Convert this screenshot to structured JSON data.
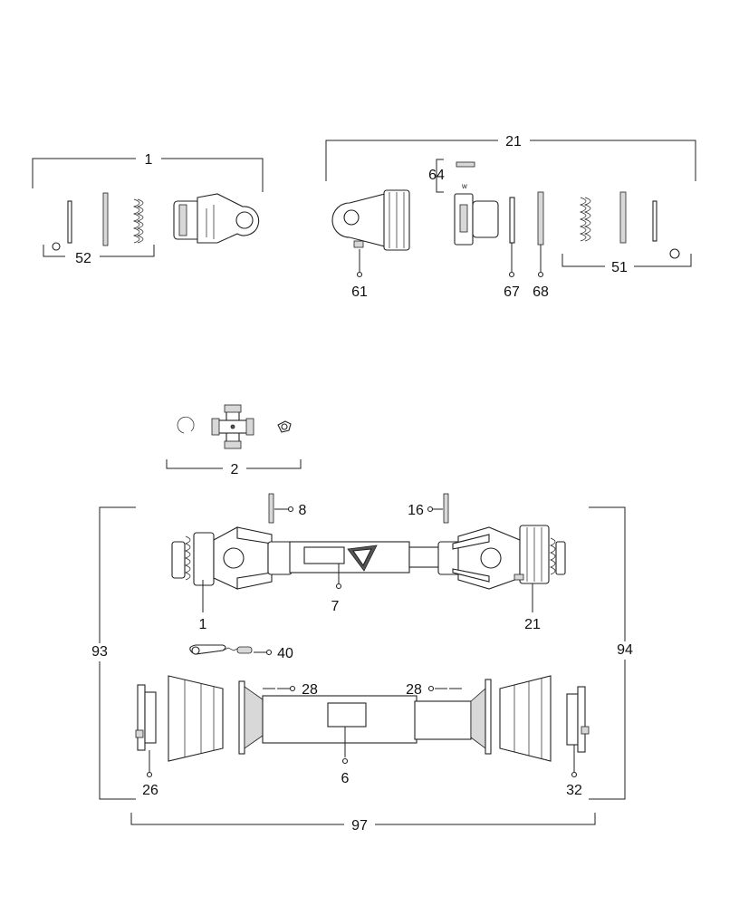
{
  "callouts": {
    "c1_top": "1",
    "c52": "52",
    "c21_top": "21",
    "c64": "64",
    "c61": "61",
    "c67": "67",
    "c68": "68",
    "c51": "51",
    "c2": "2",
    "c8": "8",
    "c16": "16",
    "c7": "7",
    "c1_bottom": "1",
    "c21_bottom": "21",
    "c93": "93",
    "c94": "94",
    "c40": "40",
    "c28_left": "28",
    "c28_right": "28",
    "c6": "6",
    "c26": "26",
    "c32": "32",
    "c97": "97"
  }
}
